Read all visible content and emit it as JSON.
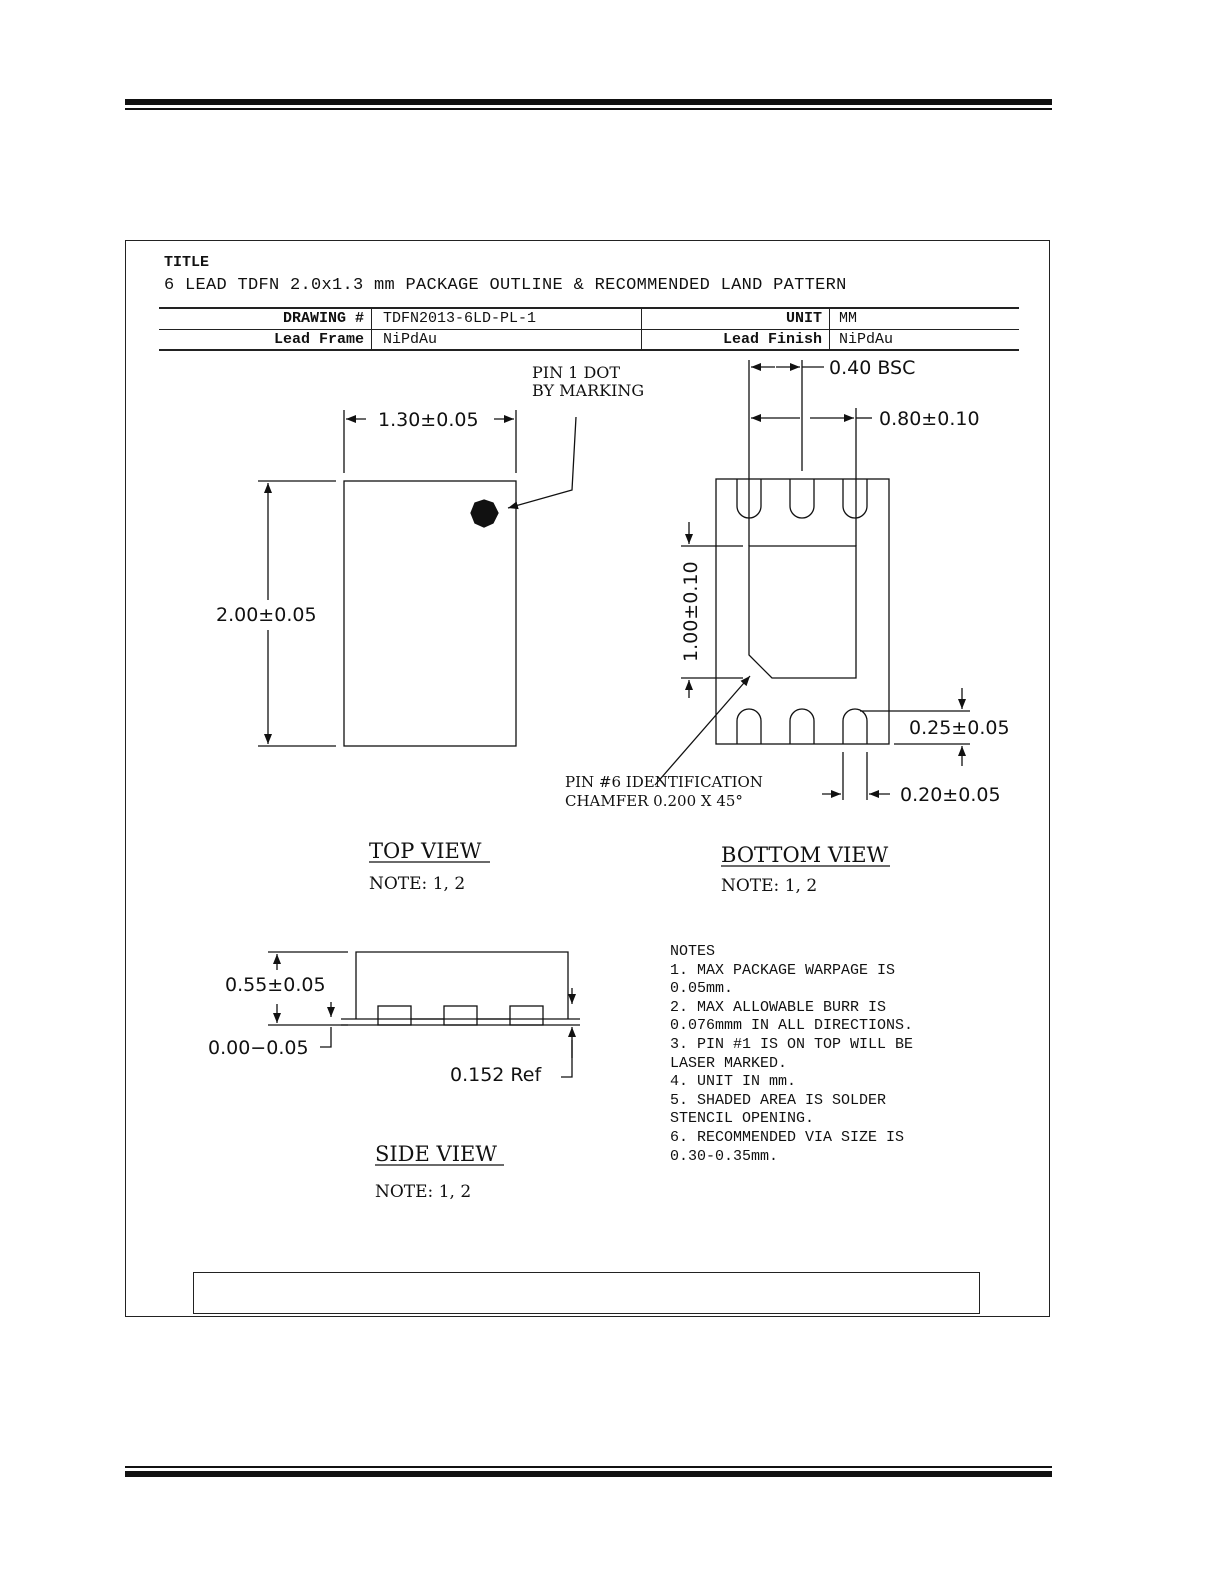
{
  "title": {
    "label": "TITLE",
    "text": "6 LEAD TDFN 2.0x1.3 mm PACKAGE OUTLINE & RECOMMENDED LAND PATTERN"
  },
  "info_table": {
    "drawing_label": "DRAWING #",
    "drawing_value": "TDFN2013-6LD-PL-1",
    "unit_label": "UNIT",
    "unit_value": "MM",
    "lead_frame_label": "Lead Frame",
    "lead_frame_value": "NiPdAu",
    "lead_finish_label": "Lead Finish",
    "lead_finish_value": "NiPdAu"
  },
  "top_view": {
    "width_dim": "1.30±0.05",
    "height_dim": "2.00±0.05",
    "pin1_callout_line1": "PIN 1 DOT",
    "pin1_callout_line2": "BY MARKING",
    "caption": "TOP VIEW",
    "note": "NOTE: 1, 2"
  },
  "bottom_view": {
    "pitch_dim": "0.40 BSC",
    "pad_span_dim": "0.80±0.10",
    "epad_dim": "1.00±0.10",
    "lead_length_dim": "0.25±0.05",
    "lead_width_dim": "0.20±0.05",
    "chamfer_line1": "PIN #6 IDENTIFICATION",
    "chamfer_line2": "CHAMFER 0.200 X 45°",
    "caption": "BOTTOM VIEW",
    "note": "NOTE: 1, 2"
  },
  "side_view": {
    "height_dim": "0.55±0.05",
    "standoff_dim": "0.00−0.05",
    "ref_dim": "0.152 Ref",
    "caption": "SIDE VIEW",
    "note": "NOTE: 1, 2"
  },
  "notes": [
    "NOTES",
    "1. MAX PACKAGE WARPAGE IS",
    "0.05mm.",
    "2. MAX ALLOWABLE BURR IS",
    "0.076mmm IN ALL DIRECTIONS.",
    "3. PIN #1 IS ON TOP WILL BE",
    "LASER MARKED.",
    "4. UNIT IN mm.",
    "5. SHADED AREA IS SOLDER",
    "STENCIL OPENING.",
    "6. RECOMMENDED VIA SIZE IS",
    "0.30-0.35mm."
  ]
}
